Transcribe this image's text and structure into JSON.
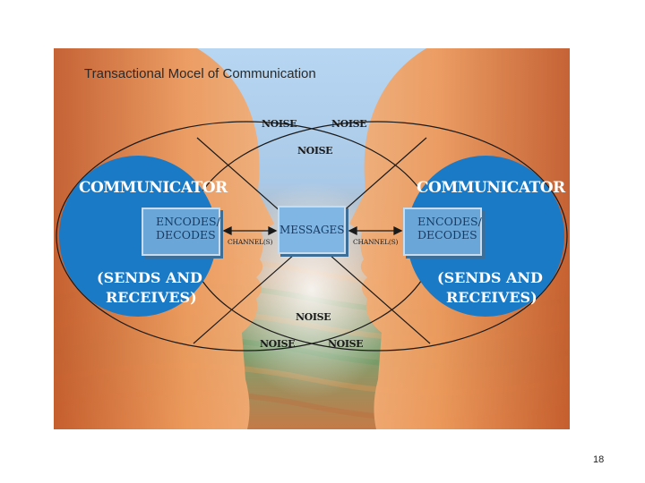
{
  "title": "Transactional Mocel of Communication",
  "left": {
    "heading": "COMMUNICATOR",
    "encode_line1": "ENCODES/",
    "encode_line2": "DECODES",
    "sends_line1": "(SENDS AND",
    "sends_line2": "RECEIVES)",
    "channel": "CHANNEL(S)"
  },
  "right": {
    "heading": "COMMUNICATOR",
    "encode_line1": "ENCODES/",
    "encode_line2": "DECODES",
    "sends_line1": "(SENDS AND",
    "sends_line2": "RECEIVES)",
    "channel": "CHANNEL(S)"
  },
  "center": {
    "messages": "MESSAGES"
  },
  "noise": {
    "top_left": "NOISE",
    "top_right": "NOISE",
    "top_center": "NOISE",
    "bottom_center": "NOISE",
    "bottom_left": "NOISE",
    "bottom_right": "NOISE"
  },
  "page_number": "18",
  "colors": {
    "communicator_fill": "#1a7ac6",
    "box_fill": "#6aa7d8",
    "face_orange": "#e98a4a",
    "sky_blue": "#9fc8ec"
  }
}
